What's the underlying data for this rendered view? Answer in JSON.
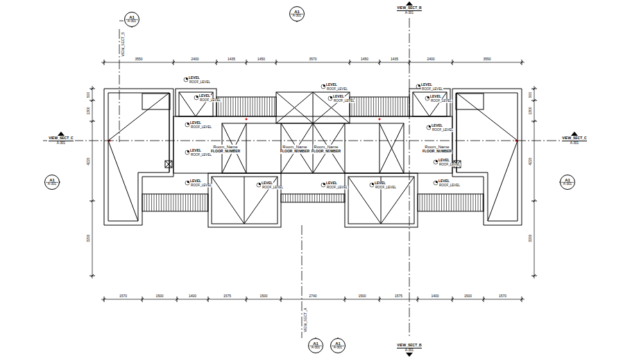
{
  "diagram": {
    "nodes": [
      {
        "text": [
          "A1",
          "A-301"
        ]
      },
      {
        "text": [
          "A1",
          "A-301"
        ]
      },
      {
        "text": [
          "VIEW_SECT_B",
          "A-301"
        ]
      },
      {
        "text": [
          "VIEW_SECT_C",
          "A-301"
        ]
      },
      {
        "text": [
          "VIEW_SECT_C",
          "A-301"
        ]
      },
      {
        "text": [
          "A1",
          "A-301"
        ]
      },
      {
        "text": [
          "A1",
          "A-301"
        ]
      },
      {
        "text": [
          "A1",
          "A-301"
        ]
      },
      {
        "text": [
          "A1",
          "A-301"
        ]
      },
      {
        "text": [
          "VIEW_SECT_B",
          "A-301"
        ]
      }
    ],
    "labels": [
      "3550",
      "2400",
      "1435",
      "1450",
      "3570",
      "1450",
      "1435",
      "2400",
      "3550",
      "1570",
      "1500",
      "1400",
      "1575",
      "1500",
      "2740",
      "1500",
      "1575",
      "1400",
      "1500",
      "1570",
      "500",
      "1300",
      "4220",
      "3200",
      "500",
      "1300",
      "4220",
      "3200",
      "VIEW_SECT_B",
      "VIEW_SECT_A",
      "LEVEL",
      "ROOF_LEVEL",
      "LEVEL",
      "ROOF_LEVEL",
      "LEVEL",
      "ROOF_LEVEL",
      "LEVEL",
      "ROOF_LEVEL",
      "LEVEL",
      "ROOF_LEVEL",
      "LEVEL",
      "ROOF_LEVEL",
      "LEVEL",
      "ROOF_LEVEL",
      "LEVEL",
      "ROOF_LEVEL",
      "LEVEL",
      "ROOF_LEVEL",
      "LEVEL",
      "ROOF_LEVEL",
      "LEVEL",
      "ROOF_LEVEL",
      "LEVEL",
      "ROOF_LEVEL",
      "LEVEL",
      "ROOF_LEVEL",
      "LEVEL",
      "ROOF_LEVEL",
      "LEVEL",
      "ROOF_LEVEL",
      "Room_Name",
      "FLOOR_NUMBER",
      "Room_Name",
      "FLOOR_NUMBER",
      "Room_Name",
      "FLOOR_NUMBER",
      "Room_Name",
      "FLOOR_NUMBER"
    ]
  }
}
